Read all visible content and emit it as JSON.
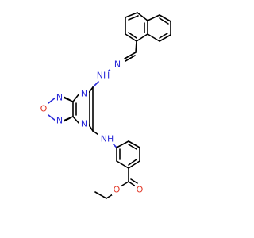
{
  "molecule": {
    "atoms": {
      "nh_top": {
        "element": "NH",
        "color": "#2b2bd8"
      },
      "n_azine": {
        "element": "N",
        "color": "#2b2bd8"
      },
      "n_pyz_top": {
        "element": "N",
        "color": "#2b2bd8"
      },
      "n_pyz_bot": {
        "element": "N",
        "color": "#2b2bd8"
      },
      "n_fz_top": {
        "element": "N",
        "color": "#2b2bd8"
      },
      "n_fz_bot": {
        "element": "N",
        "color": "#2b2bd8"
      },
      "o_furazan": {
        "element": "O",
        "color": "#e23a2a"
      },
      "nh_aniline": {
        "element": "NH",
        "color": "#2b2bd8"
      },
      "o_carbonyl": {
        "element": "O",
        "color": "#e23a2a"
      },
      "o_ester": {
        "element": "O",
        "color": "#e23a2a"
      }
    }
  }
}
